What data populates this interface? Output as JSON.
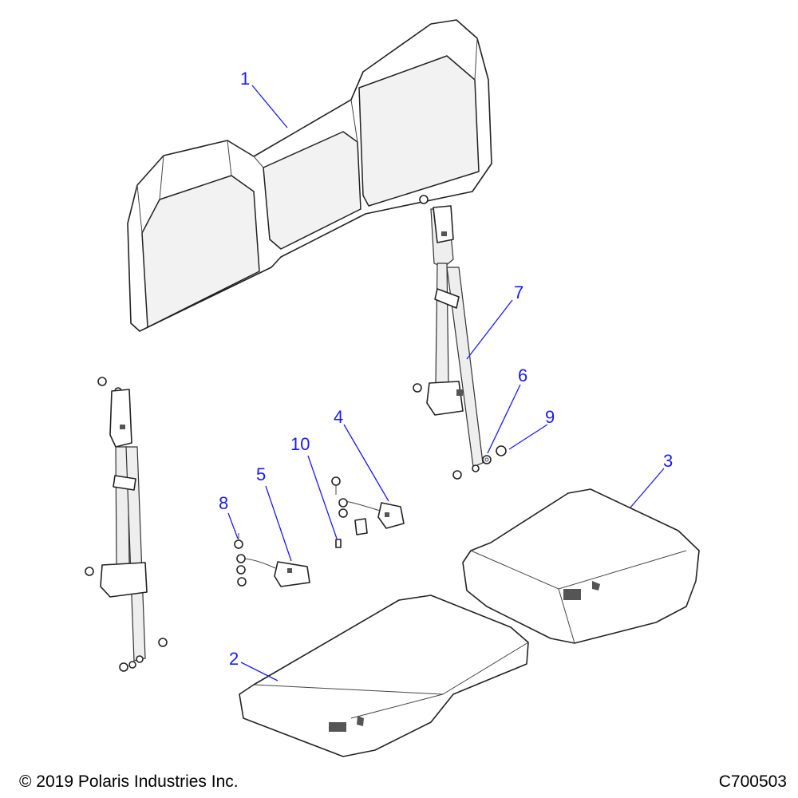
{
  "callouts": [
    {
      "id": "1",
      "label": "1"
    },
    {
      "id": "2",
      "label": "2"
    },
    {
      "id": "3",
      "label": "3"
    },
    {
      "id": "4",
      "label": "4"
    },
    {
      "id": "5",
      "label": "5"
    },
    {
      "id": "6",
      "label": "6"
    },
    {
      "id": "7",
      "label": "7"
    },
    {
      "id": "8",
      "label": "8"
    },
    {
      "id": "9",
      "label": "9"
    },
    {
      "id": "10",
      "label": "10"
    }
  ],
  "footer": {
    "copyright": "© 2019 Polaris Industries Inc.",
    "drawing_number": "C700503"
  },
  "colors": {
    "callout": "#1a1aff",
    "line": "#222222",
    "background": "#ffffff"
  }
}
